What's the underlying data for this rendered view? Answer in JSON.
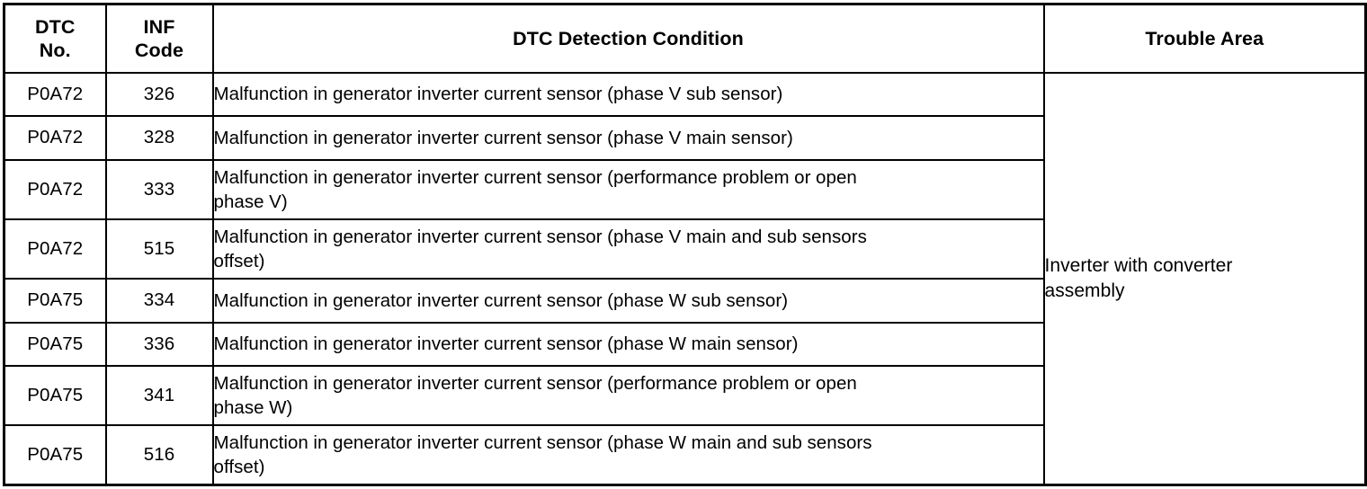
{
  "table": {
    "headers": {
      "dtc_no": "DTC\nNo.",
      "dtc_no_line1": "DTC",
      "dtc_no_line2": "No.",
      "inf_code_line1": "INF",
      "inf_code_line2": "Code",
      "detection_condition": "DTC Detection Condition",
      "trouble_area": "Trouble Area"
    },
    "trouble_area_value": {
      "line1": "Inverter with converter",
      "line2": "assembly",
      "full": "Inverter with converter assembly"
    },
    "rows": [
      {
        "dtc_no": "P0A72",
        "inf_code": "326",
        "condition_full": "Malfunction in generator inverter current sensor (phase V sub sensor)",
        "condition_line1": "Malfunction in generator inverter current sensor (phase V sub sensor)",
        "condition_line2": "",
        "lines": 1
      },
      {
        "dtc_no": "P0A72",
        "inf_code": "328",
        "condition_full": "Malfunction in generator inverter current sensor (phase V main sensor)",
        "condition_line1": "Malfunction in generator inverter current sensor (phase V main sensor)",
        "condition_line2": "",
        "lines": 1
      },
      {
        "dtc_no": "P0A72",
        "inf_code": "333",
        "condition_full": "Malfunction in generator inverter current sensor (performance problem or open phase V)",
        "condition_line1": "Malfunction in generator inverter current sensor (performance problem or open",
        "condition_line2": "phase V)",
        "lines": 2
      },
      {
        "dtc_no": "P0A72",
        "inf_code": "515",
        "condition_full": "Malfunction in generator inverter current sensor (phase V main and sub sensors offset)",
        "condition_line1": "Malfunction in generator inverter current sensor (phase V main and sub sensors",
        "condition_line2": "offset)",
        "lines": 2
      },
      {
        "dtc_no": "P0A75",
        "inf_code": "334",
        "condition_full": "Malfunction in generator inverter current sensor (phase W sub sensor)",
        "condition_line1": "Malfunction in generator inverter current sensor (phase W sub sensor)",
        "condition_line2": "",
        "lines": 1
      },
      {
        "dtc_no": "P0A75",
        "inf_code": "336",
        "condition_full": "Malfunction in generator inverter current sensor (phase W main sensor)",
        "condition_line1": "Malfunction in generator inverter current sensor (phase W main sensor)",
        "condition_line2": "",
        "lines": 1
      },
      {
        "dtc_no": "P0A75",
        "inf_code": "341",
        "condition_full": "Malfunction in generator inverter current sensor (performance problem or open phase W)",
        "condition_line1": "Malfunction in generator inverter current sensor (performance problem or open",
        "condition_line2": "phase W)",
        "lines": 2
      },
      {
        "dtc_no": "P0A75",
        "inf_code": "516",
        "condition_full": "Malfunction in generator inverter current sensor (phase W main and sub sensors offset)",
        "condition_line1": "Malfunction in generator inverter current sensor (phase W main and sub sensors",
        "condition_line2": "offset)",
        "lines": 2
      }
    ]
  },
  "colors": {
    "border": "#000000",
    "text": "#000000",
    "background": "#ffffff"
  }
}
